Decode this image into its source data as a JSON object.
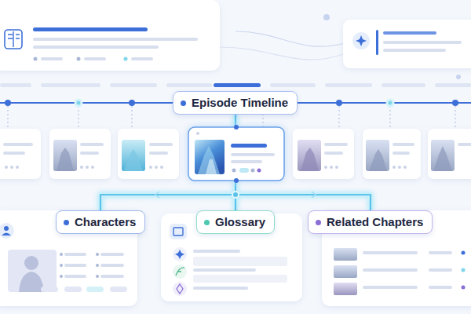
{
  "diagram": {
    "nodes": [
      {
        "text": [
          "Episode Timeline"
        ]
      },
      {
        "text": [
          "Characters"
        ]
      },
      {
        "text": [
          "Glossary"
        ]
      },
      {
        "text": [
          "Related Chapters"
        ]
      }
    ],
    "edges": [
      {
        "from": 0,
        "to": 1,
        "arrow": "none"
      },
      {
        "from": 0,
        "to": 2,
        "arrow": "none"
      },
      {
        "from": 0,
        "to": 3,
        "arrow": "none"
      }
    ]
  }
}
